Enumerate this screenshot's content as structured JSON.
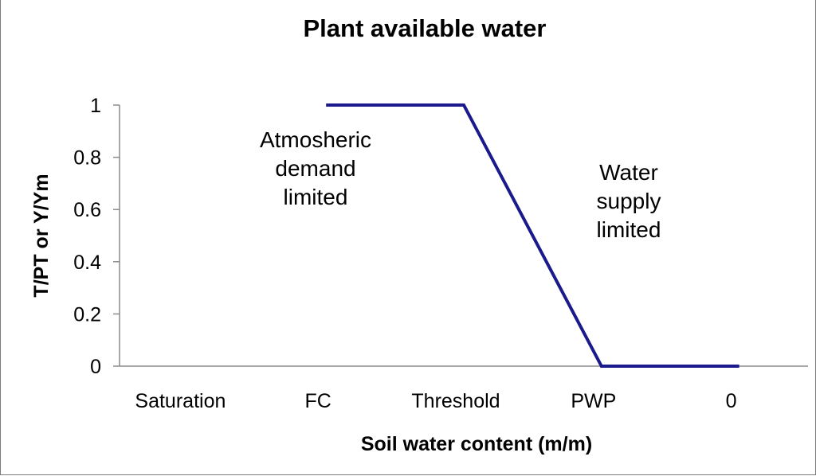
{
  "chart_data": {
    "type": "line",
    "title": "Plant available water",
    "xlabel": "Soil water content (m/m)",
    "ylabel": "T/PT or Y/Ym",
    "categories": [
      "Saturation",
      "FC",
      "Threshold",
      "PWP",
      "0"
    ],
    "ylim": [
      0,
      1
    ],
    "yticks": [
      "0",
      "0.2",
      "0.4",
      "0.6",
      "0.8",
      "1"
    ],
    "series": [
      {
        "color": "#1a1a8c",
        "points": [
          {
            "x": 1,
            "y": 1
          },
          {
            "x": 2,
            "y": 1
          },
          {
            "x": 3,
            "y": 0
          },
          {
            "x": 4,
            "y": 0
          }
        ]
      }
    ],
    "annotations": [
      {
        "lines": [
          "Atmosheric",
          "demand",
          "limited"
        ]
      },
      {
        "lines": [
          "Water",
          "supply",
          "limited"
        ]
      }
    ],
    "grid": false
  }
}
